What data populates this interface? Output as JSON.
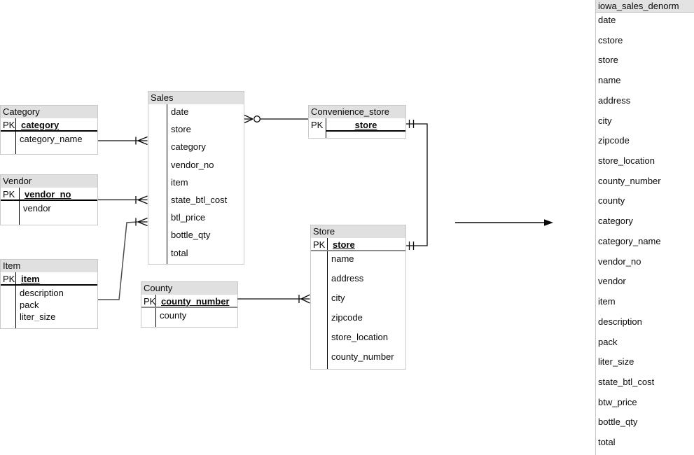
{
  "diagram": {
    "entities": [
      {
        "title": "Category",
        "pk_label": "PK",
        "pk": "category",
        "fields": [
          "category_name"
        ]
      },
      {
        "title": "Vendor",
        "pk_label": "PK",
        "pk": "vendor_no",
        "fields": [
          "vendor"
        ]
      },
      {
        "title": "Item",
        "pk_label": "PK",
        "pk": "item",
        "fields": [
          "description",
          "pack",
          "liter_size"
        ]
      },
      {
        "title": "Sales",
        "fields": [
          "date",
          "store",
          "category",
          "vendor_no",
          "item",
          "state_btl_cost",
          "btl_price",
          "bottle_qty",
          "total"
        ]
      },
      {
        "title": "County",
        "pk_label": "PK",
        "pk": "county_number",
        "fields": [
          "county"
        ]
      },
      {
        "title": "Convenience_store",
        "pk_label": "PK",
        "pk": "store",
        "fields": []
      },
      {
        "title": "Store",
        "pk_label": "PK",
        "pk": "store",
        "fields": [
          "name",
          "address",
          "city",
          "zipcode",
          "store_location",
          "county_number"
        ]
      }
    ],
    "denorm": {
      "title": "iowa_sales_denorm",
      "fields": [
        "date",
        "cstore",
        "store",
        "name",
        "address",
        "city",
        "zipcode",
        "store_location",
        "county_number",
        "county",
        "category",
        "category_name",
        "vendor_no",
        "vendor",
        "item",
        "description",
        "pack",
        "liter_size",
        "state_btl_cost",
        "btw_price",
        "bottle_qty",
        "total"
      ]
    },
    "relationships": [
      {
        "from": "Category",
        "to": "Sales",
        "notation": "one-to-many"
      },
      {
        "from": "Vendor",
        "to": "Sales",
        "notation": "one-to-many"
      },
      {
        "from": "Item",
        "to": "Sales",
        "notation": "one-to-many"
      },
      {
        "from": "Sales",
        "to": "Convenience_store",
        "notation": "zero-or-many-to-one"
      },
      {
        "from": "Convenience_store",
        "to": "Store",
        "notation": "one-and-only-one-to-one-and-only-one"
      },
      {
        "from": "County",
        "to": "Store",
        "notation": "one-to-many"
      },
      {
        "from": "entities",
        "to": "iowa_sales_denorm",
        "notation": "transform-arrow"
      }
    ],
    "colors": {
      "header_fill": "#e0e0e0",
      "border": "#c9c9c9",
      "line": "#0a0a0a",
      "item_line": "#4d4d4d",
      "pk_underline_gray": "#8a8a8a"
    }
  }
}
